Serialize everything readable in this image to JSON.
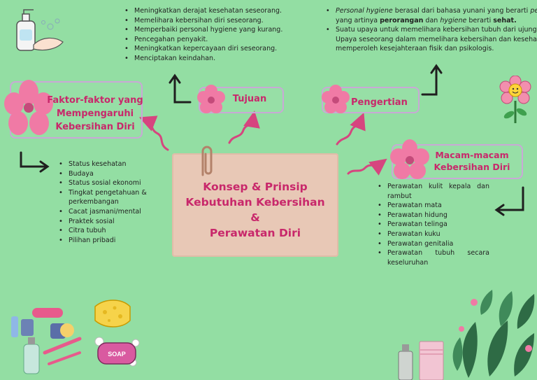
{
  "center_title": [
    "Konsep & Prinsip",
    "Kebutuhan Kebersihan",
    "&",
    "Perawatan Diri"
  ],
  "tujuan": {
    "title": "Tujuan",
    "items": [
      "Meningkatkan derajat kesehatan seseorang.",
      "Memelihara kebersihan diri seseorang.",
      "Memperbaiki personal hygiene yang kurang.",
      "Pencegahan penyakit.",
      "Meningkatkan kepercayaan diri seseorang.",
      "Menciptakan keindahan."
    ]
  },
  "pengertian": {
    "title": "Pengertian",
    "item1": {
      "term1": "Personal hygiene",
      "text1": " berasal dari bahasa yunani yang berarti ",
      "term2": "perso",
      "text2": "yang artinya ",
      "bold1": "perorangan",
      "text3": " dan ",
      "term3": "hygiene",
      "text4": " berarti ",
      "bold2": "sehat."
    },
    "item2": "Suatu upaya untuk memelihara kebersihan tubuh dari ujung ram Upaya seseorang dalam memelihara kebersihan dan keseha untuk memperoleh kesejahteraan fisik dan psikologis."
  },
  "faktor": {
    "title": [
      "Faktor-faktor yang",
      "Mempengaruhi",
      "Kebersihan Diri"
    ],
    "items": [
      "Status kesehatan",
      "Budaya",
      "Status sosial ekonomi",
      "Tingkat pengetahuan & perkembangan",
      "Cacat jasmani/mental",
      "Praktek sosial",
      "Citra tubuh",
      "Pilihan pribadi"
    ]
  },
  "macam": {
    "title": [
      "Macam-macam",
      "Kebersihan Diri"
    ],
    "items": [
      "Perawatan kulit kepala dan rambut",
      "Perawatan mata",
      "Perawatan hidung",
      "Perawatan telinga",
      "Perawatan kuku",
      "Perawatan genitalia",
      "Perawatan tubuh secara keseluruhan"
    ]
  },
  "soap_label": "SOAP",
  "colors": {
    "background": "#93dea3",
    "title": "#c8286b",
    "flower": "#f07aa5",
    "center_box": "#e8c8b6",
    "node_border": "#c9a8d6"
  },
  "icons": [
    "soap-dispenser-icon",
    "flower-icon",
    "smiling-flower-icon",
    "arrow-icon",
    "paperclip-icon",
    "toiletries-icon",
    "sponge-icon",
    "soap-bar-icon",
    "leaves-icon",
    "towel-icon"
  ]
}
